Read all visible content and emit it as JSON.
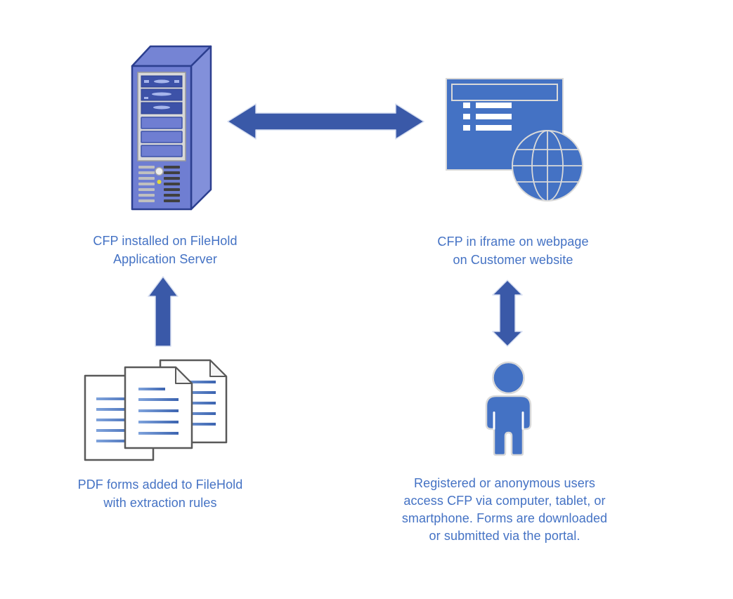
{
  "page": {
    "background": "#FFFFFF"
  },
  "colors": {
    "page_bg": "#FFFFFF",
    "accent_blue": "#4472C4",
    "arrow_blue": "#3A59A8",
    "arrow_outline": "#D6DEF0",
    "icon_outline": "#D9D9D9",
    "server_front": "#6F7ED2",
    "server_top": "#7584D4",
    "server_side": "#8290DA",
    "server_outline": "#2C3F8F",
    "frame_silver": "#D9D9D9",
    "frame_stroke": "#9A9A9A",
    "drive_dark": "#3D52A8",
    "drive_detail": "#A7B6EC",
    "vent_light": "#BFBFBF",
    "vent_dark": "#404040",
    "knob_fill": "#EFEFEF",
    "knob_stroke": "#A6A6A6",
    "led_yellow": "#E3DB3A",
    "doc_outline": "#595959",
    "doc_line_start": "#7FA3DC",
    "doc_line_end": "#3C64B0"
  },
  "captions": {
    "server": {
      "line1": "CFP installed on FileHold",
      "line2": "Application Server"
    },
    "webpage": {
      "line1": "CFP in iframe on webpage",
      "line2": "on Customer website"
    },
    "documents": {
      "line1": "PDF forms added to FileHold",
      "line2": "with extraction rules"
    },
    "users": {
      "line1": "Registered or anonymous users",
      "line2": "access CFP via computer, tablet, or",
      "line3": "smartphone. Forms are downloaded",
      "line4": "or submitted via the portal."
    }
  },
  "icons": [
    {
      "name": "server-icon"
    },
    {
      "name": "webpage-globe-icon"
    },
    {
      "name": "documents-icon"
    },
    {
      "name": "person-icon"
    }
  ],
  "connectors": [
    {
      "name": "server-webpage-arrow",
      "type": "double-headed-horizontal"
    },
    {
      "name": "documents-to-server-arrow",
      "type": "single-headed-up"
    },
    {
      "name": "webpage-user-arrow",
      "type": "double-headed-vertical"
    }
  ]
}
